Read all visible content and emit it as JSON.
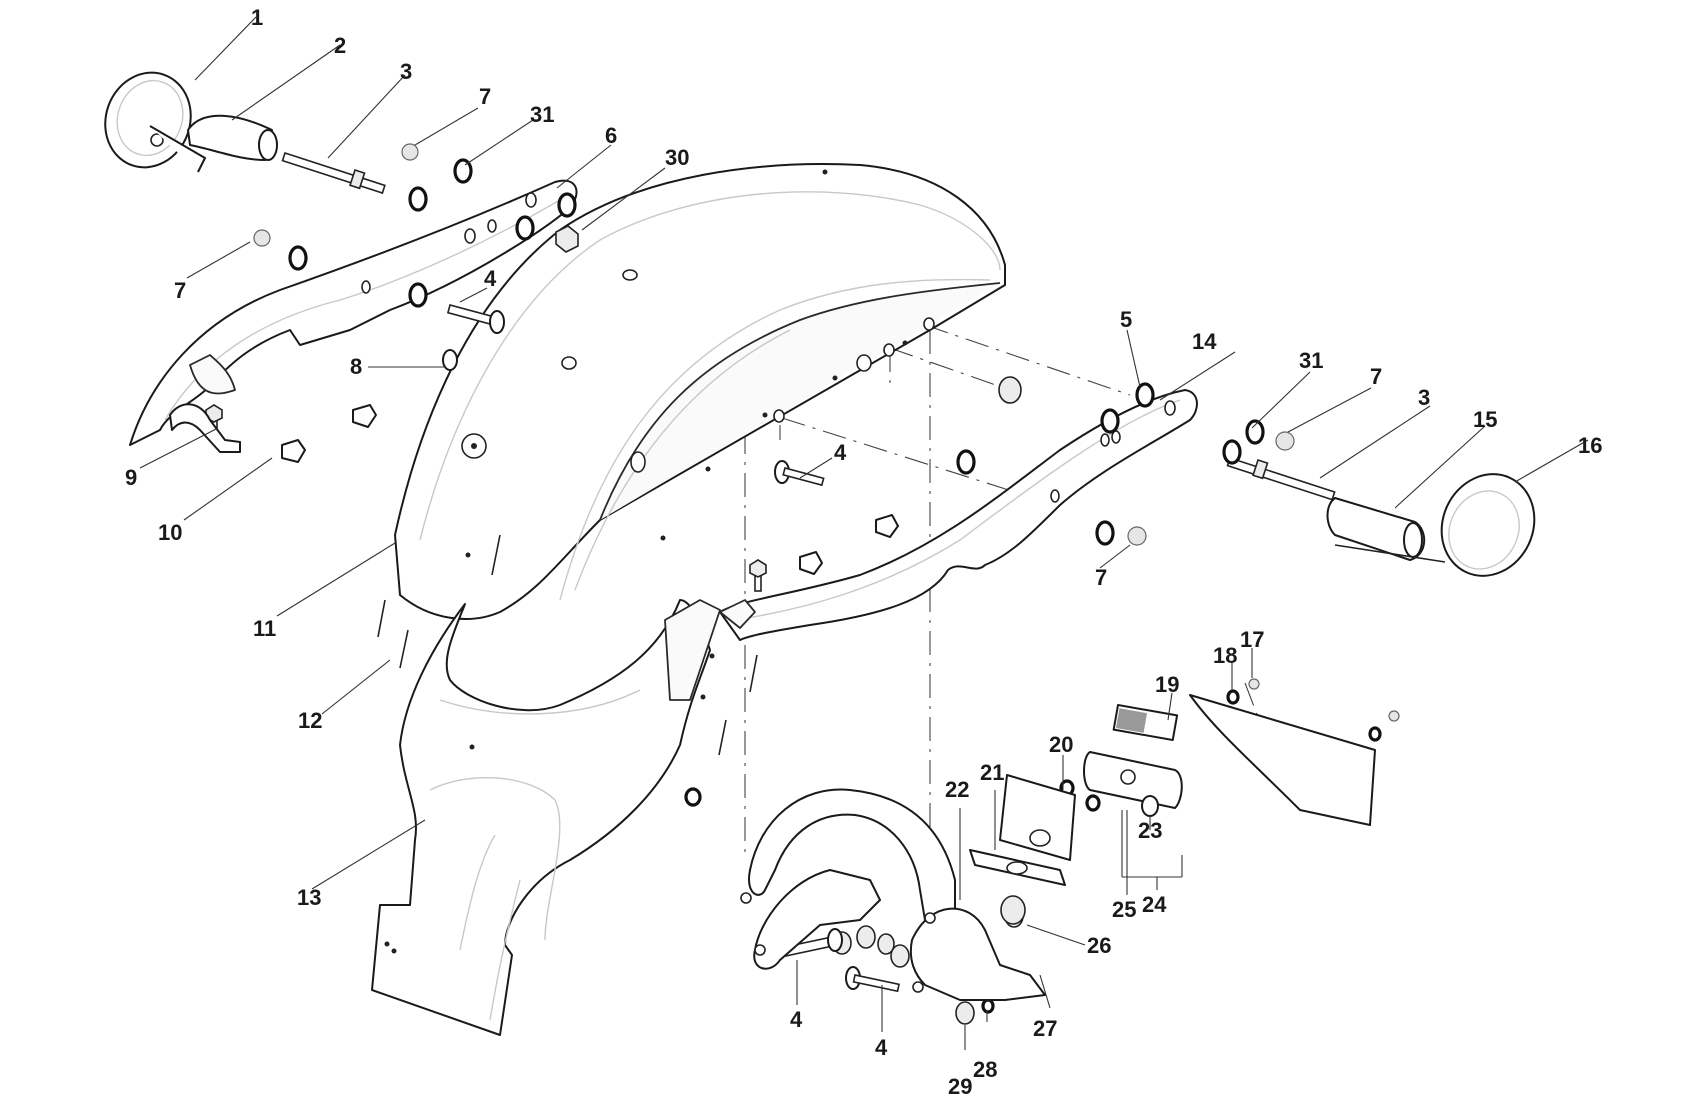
{
  "diagram": {
    "type": "exploded-parts-diagram",
    "subject": "rear fender assembly with turn signals, license plate holder and tail light",
    "callouts": [
      {
        "id": "c1",
        "number": "1"
      },
      {
        "id": "c2",
        "number": "2"
      },
      {
        "id": "c3a",
        "number": "3"
      },
      {
        "id": "c7a",
        "number": "7"
      },
      {
        "id": "c31a",
        "number": "31"
      },
      {
        "id": "c6",
        "number": "6"
      },
      {
        "id": "c30",
        "number": "30"
      },
      {
        "id": "c7b",
        "number": "7"
      },
      {
        "id": "c4a",
        "number": "4"
      },
      {
        "id": "c8",
        "number": "8"
      },
      {
        "id": "c9",
        "number": "9"
      },
      {
        "id": "c10",
        "number": "10"
      },
      {
        "id": "c11",
        "number": "11"
      },
      {
        "id": "c12",
        "number": "12"
      },
      {
        "id": "c13",
        "number": "13"
      },
      {
        "id": "c5",
        "number": "5"
      },
      {
        "id": "c14",
        "number": "14"
      },
      {
        "id": "c31b",
        "number": "31"
      },
      {
        "id": "c7c",
        "number": "7"
      },
      {
        "id": "c3b",
        "number": "3"
      },
      {
        "id": "c15",
        "number": "15"
      },
      {
        "id": "c16",
        "number": "16"
      },
      {
        "id": "c4b",
        "number": "4"
      },
      {
        "id": "c7d",
        "number": "7"
      },
      {
        "id": "c18",
        "number": "18"
      },
      {
        "id": "c17",
        "number": "17"
      },
      {
        "id": "c19",
        "number": "19"
      },
      {
        "id": "c20",
        "number": "20"
      },
      {
        "id": "c21",
        "number": "21"
      },
      {
        "id": "c22",
        "number": "22"
      },
      {
        "id": "c23",
        "number": "23"
      },
      {
        "id": "c24",
        "number": "24"
      },
      {
        "id": "c25",
        "number": "25"
      },
      {
        "id": "c26",
        "number": "26"
      },
      {
        "id": "c27",
        "number": "27"
      },
      {
        "id": "c4c",
        "number": "4"
      },
      {
        "id": "c4d",
        "number": "4"
      },
      {
        "id": "c28",
        "number": "28"
      },
      {
        "id": "c29",
        "number": "29"
      }
    ],
    "parts": [
      {
        "name": "left-turn-signal-lens",
        "callout": "1"
      },
      {
        "name": "left-turn-signal-housing",
        "callout": "2"
      },
      {
        "name": "turn-signal-stud",
        "callout": "3"
      },
      {
        "name": "bolt",
        "callout": "4"
      },
      {
        "name": "spacer",
        "callout": "5"
      },
      {
        "name": "left-fender-strut",
        "callout": "6"
      },
      {
        "name": "acorn-nut",
        "callout": "7"
      },
      {
        "name": "clip-nut",
        "callout": "8"
      },
      {
        "name": "cable-clamp",
        "callout": "9"
      },
      {
        "name": "wire-clip",
        "callout": "10"
      },
      {
        "name": "rear-fender",
        "callout": "11"
      },
      {
        "name": "rivet",
        "callout": "12"
      },
      {
        "name": "inner-fender-liner",
        "callout": "13"
      },
      {
        "name": "right-fender-strut",
        "callout": "14"
      },
      {
        "name": "right-turn-signal-housing",
        "callout": "15"
      },
      {
        "name": "right-turn-signal-lens",
        "callout": "16"
      },
      {
        "name": "license-plate-screw",
        "callout": "17"
      },
      {
        "name": "license-plate-washer",
        "callout": "18"
      },
      {
        "name": "reflector",
        "callout": "19"
      },
      {
        "name": "license-light-cover",
        "callout": "20"
      },
      {
        "name": "gasket",
        "callout": "21"
      },
      {
        "name": "license-plate-bracket",
        "callout": "22"
      },
      {
        "name": "bulb",
        "callout": "23"
      },
      {
        "name": "license-light-assembly",
        "callout": "24"
      },
      {
        "name": "nut",
        "callout": "25"
      },
      {
        "name": "grommet",
        "callout": "26"
      },
      {
        "name": "bracket-support",
        "callout": "27"
      },
      {
        "name": "washer",
        "callout": "28"
      },
      {
        "name": "flange-nut",
        "callout": "29"
      },
      {
        "name": "nut",
        "callout": "30"
      },
      {
        "name": "washer",
        "callout": "31"
      }
    ]
  }
}
